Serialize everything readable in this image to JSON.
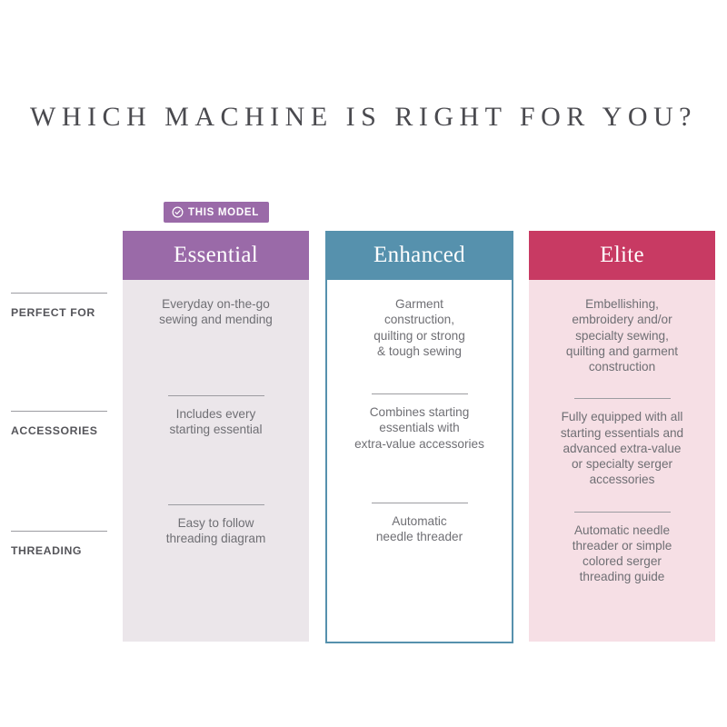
{
  "page": {
    "title": "WHICH MACHINE IS RIGHT FOR YOU?",
    "background_color": "#ffffff"
  },
  "badge": {
    "label": "THIS MODEL",
    "icon": "check-circle-icon",
    "background_color": "#9a6aa8",
    "text_color": "#ffffff"
  },
  "row_labels": [
    {
      "label": "PERFECT FOR"
    },
    {
      "label": "ACCESSORIES"
    },
    {
      "label": "THREADING"
    }
  ],
  "columns": [
    {
      "key": "essential",
      "name": "Essential",
      "header_color": "#9a6aa8",
      "body_color": "#ebe6ea",
      "highlighted": true,
      "cells": [
        "Everyday on-the-go\nsewing and mending",
        "Includes every\nstarting essential",
        "Easy to follow\nthreading diagram"
      ]
    },
    {
      "key": "enhanced",
      "name": "Enhanced",
      "header_color": "#5691ad",
      "body_color": "#ffffff",
      "border_color": "#5691ad",
      "highlighted": false,
      "cells": [
        "Garment\nconstruction,\nquilting or strong\n& tough sewing",
        "Combines starting\nessentials with\nextra-value accessories",
        "Automatic\nneedle threader"
      ]
    },
    {
      "key": "elite",
      "name": "Elite",
      "header_color": "#c83a63",
      "body_color": "#f6dfe5",
      "highlighted": false,
      "cells": [
        "Embellishing,\nembroidery and/or\nspecialty sewing,\nquilting and garment\nconstruction",
        "Fully equipped with all\nstarting essentials and\nadvanced extra-value\nor specialty serger\naccessories",
        "Automatic needle\nthreader or simple\ncolored serger\nthreading guide"
      ]
    }
  ]
}
